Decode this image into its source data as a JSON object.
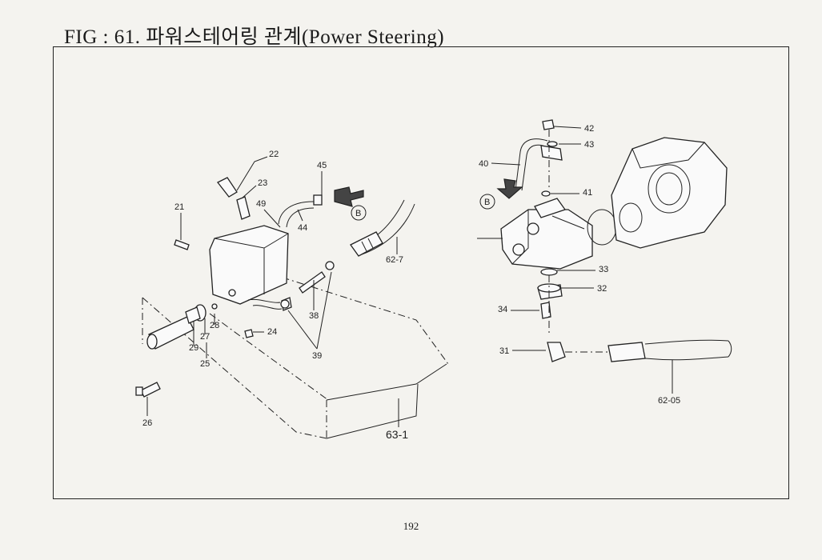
{
  "title": "FIG : 61. 파워스테어링 관계(Power Steering)",
  "page_number": "192",
  "view_marker": "B",
  "callouts": [
    "21",
    "22",
    "23",
    "24",
    "25",
    "26",
    "27",
    "28",
    "29",
    "31",
    "32",
    "33",
    "34",
    "38",
    "39",
    "40",
    "41",
    "42",
    "43",
    "44",
    "45",
    "49",
    "62-7",
    "62-05",
    "63-1"
  ]
}
